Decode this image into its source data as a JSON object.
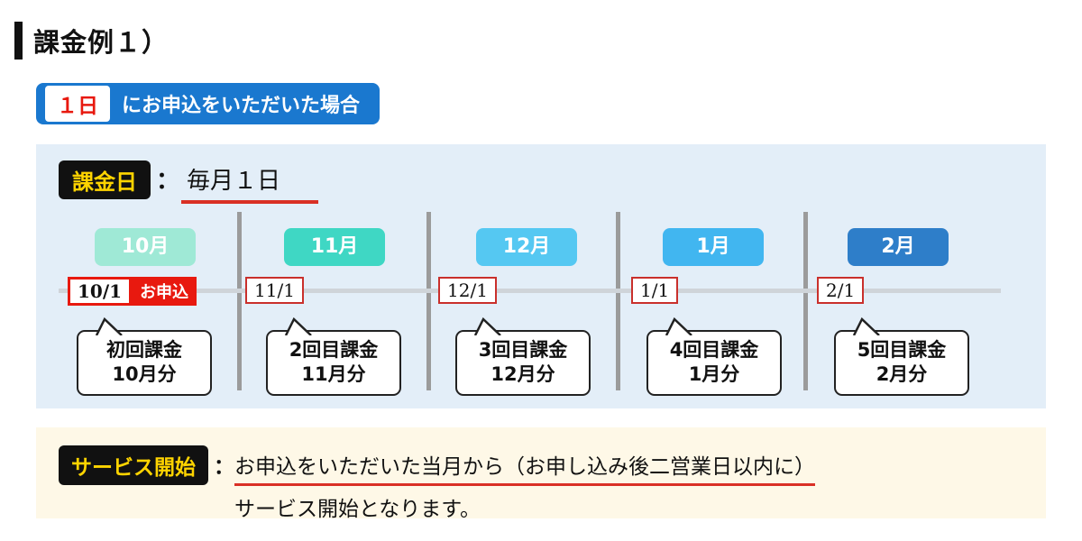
{
  "page": {
    "title": "課金例１）"
  },
  "apply_badge": {
    "day": "１日",
    "label": "にお申込をいただいた場合"
  },
  "billing": {
    "label": "課金日",
    "separator": "：",
    "value": "毎月１日"
  },
  "timeline": {
    "segments": [
      {
        "month": "10月",
        "month_color": "#9fe9d6",
        "date": "10/1",
        "apply_tag": "お申込",
        "bubble_line1": "初回課金",
        "bubble_line2": "10月分"
      },
      {
        "month": "11月",
        "month_color": "#3fd7c4",
        "date": "11/1",
        "bubble_line1": "2回目課金",
        "bubble_line2": "11月分"
      },
      {
        "month": "12月",
        "month_color": "#55c8f2",
        "date": "12/1",
        "bubble_line1": "3回目課金",
        "bubble_line2": "12月分"
      },
      {
        "month": "1月",
        "month_color": "#41b6f0",
        "date": "1/1",
        "bubble_line1": "4回目課金",
        "bubble_line2": "1月分"
      },
      {
        "month": "2月",
        "month_color": "#2e7ec9",
        "date": "2/1",
        "bubble_line1": "5回目課金",
        "bubble_line2": "2月分"
      }
    ]
  },
  "service": {
    "label": "サービス開始",
    "separator": "：",
    "line1": "お申込をいただいた当月から（お申し込み後二営業日以内に）",
    "line2": "サービス開始となります。"
  },
  "colors": {
    "badge_blue": "#1a78cf",
    "accent_red": "#e8190f",
    "label_black": "#111111",
    "label_yellow": "#ffd400",
    "panel_blue": "#e3eef8",
    "panel_cream": "#fef8e7",
    "underline_red": "#d93025",
    "divider_gray": "#9b9b9b"
  }
}
